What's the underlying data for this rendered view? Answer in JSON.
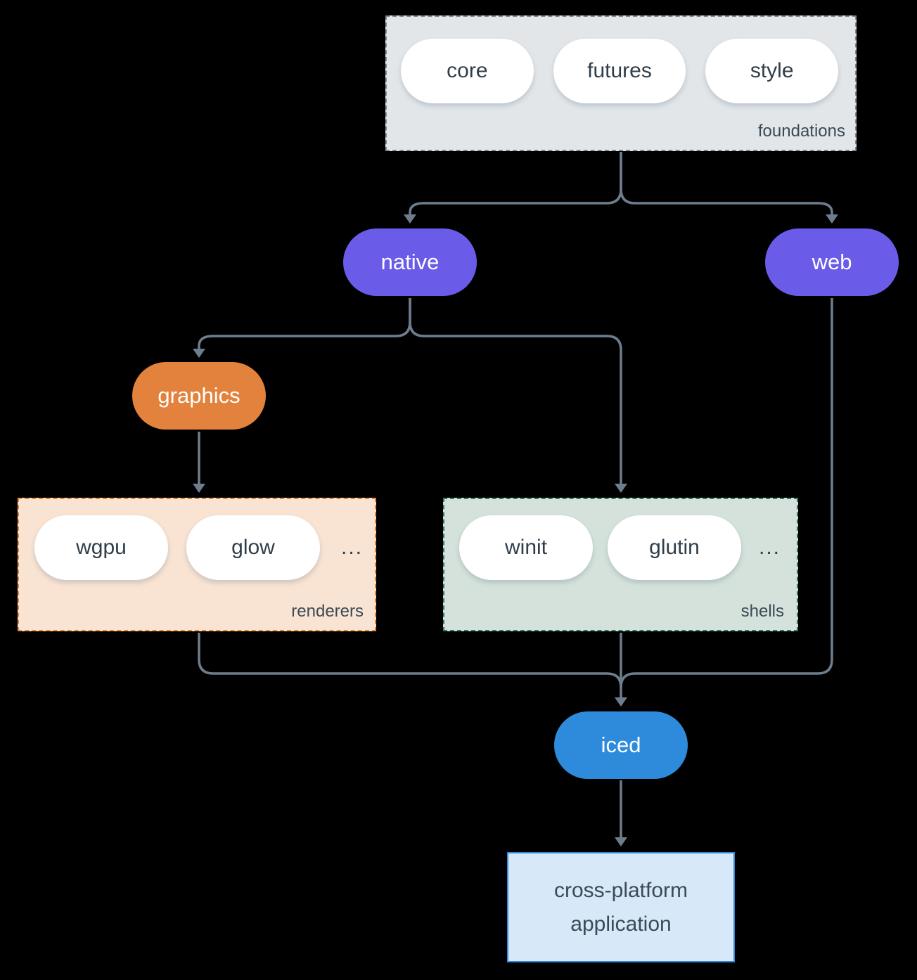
{
  "colors": {
    "background": "#000000",
    "line": "#6e7d8d",
    "foundations_fill": "#e2e6e9",
    "foundations_border": "#7b8b9a",
    "pill_fill": "#ffffff",
    "pill_text": "#2f3e4a",
    "purple": "#6a5ce8",
    "orange": "#e2823c",
    "renderers_fill": "#f9e3d2",
    "renderers_border": "#e8872e",
    "shells_fill": "#d4e2db",
    "shells_border": "#2b7c68",
    "blue": "#2e8bdc",
    "app_fill": "#d7e9f8",
    "app_border": "#2e8bdc",
    "label_text": "#3b4a56"
  },
  "groups": {
    "foundations": {
      "label": "foundations",
      "items": [
        "core",
        "futures",
        "style"
      ]
    },
    "renderers": {
      "label": "renderers",
      "items": [
        "wgpu",
        "glow"
      ],
      "ellipsis": "..."
    },
    "shells": {
      "label": "shells",
      "items": [
        "winit",
        "glutin"
      ],
      "ellipsis": "..."
    }
  },
  "nodes": {
    "native": "native",
    "web": "web",
    "graphics": "graphics",
    "iced": "iced",
    "application": "cross-platform application"
  }
}
